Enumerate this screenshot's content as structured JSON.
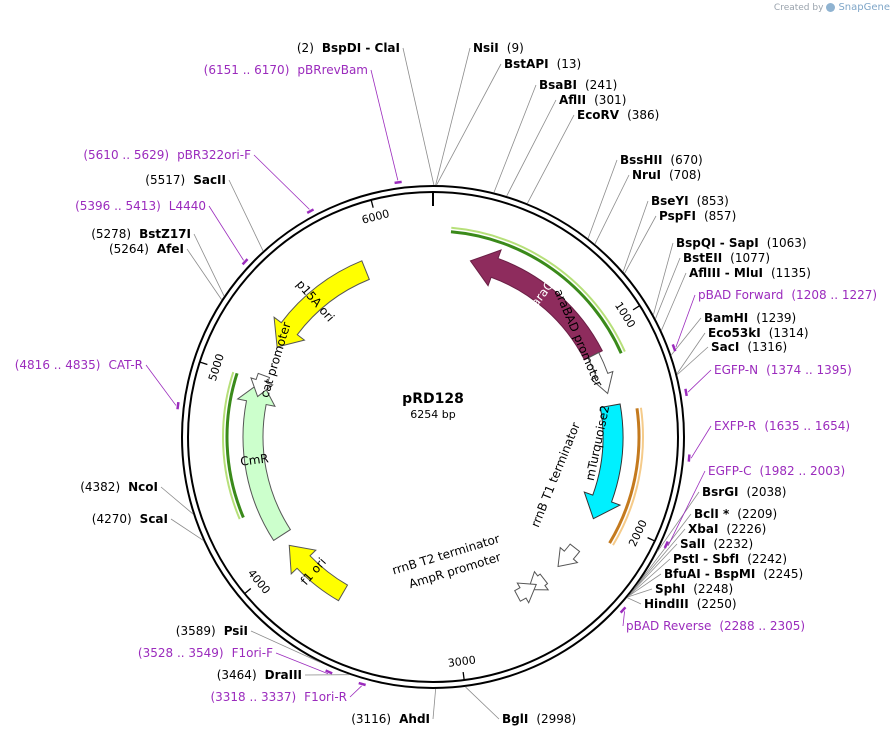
{
  "credit": {
    "prefix": "Created by",
    "brand": "SnapGene"
  },
  "plasmid": {
    "name": "pRD128",
    "size_label": "6254 bp",
    "length": 6254
  },
  "ticks": [
    "1000",
    "2000",
    "3000",
    "4000",
    "5000",
    "6000"
  ],
  "features": [
    {
      "name": "araC",
      "label": "araC",
      "color": "#8e2c5d",
      "edge": "#6a1f45",
      "strand": "rev",
      "label_inside": true,
      "text_color": "#ffffff"
    },
    {
      "name": "araBAD-promoter",
      "label": "araBAD promoter",
      "color": "#ffffff",
      "edge": "#555555",
      "strand": "fwd"
    },
    {
      "name": "mTurquoise2",
      "label": "mTurquoise2",
      "color": "#00f0ff",
      "edge": "#333333",
      "strand": "fwd"
    },
    {
      "name": "rrnB-T1-terminator",
      "label": "rrnB T1 terminator",
      "color": "#ffffff",
      "edge": "#555555",
      "strand": "fwd"
    },
    {
      "name": "rrnB-T2-terminator",
      "label": "rrnB T2 terminator",
      "color": "#ffffff",
      "edge": "#555555",
      "strand": "fwd"
    },
    {
      "name": "AmpR-promoter",
      "label": "AmpR promoter",
      "color": "#ffffff",
      "edge": "#555555",
      "strand": "rev"
    },
    {
      "name": "f1-ori",
      "label": "f1 ori",
      "color": "#ffff00",
      "edge": "#555555",
      "strand": "rev",
      "label_inside": true,
      "text_color": "#000000"
    },
    {
      "name": "CmR",
      "label": "CmR",
      "color": "#ccffcc",
      "edge": "#555555",
      "strand": "fwd",
      "label_inside": true,
      "text_color": "#000000"
    },
    {
      "name": "cat-promoter",
      "label": "cat promoter",
      "color": "#ffffff",
      "edge": "#555555",
      "strand": "rev"
    },
    {
      "name": "p15A-ori",
      "label": "p15A ori",
      "color": "#ffff00",
      "edge": "#555555",
      "strand": "rev",
      "label_inside": true,
      "text_color": "#000000"
    }
  ],
  "sites": [
    {
      "name": "BspDI - ClaI",
      "pos": "(2)",
      "side": "left"
    },
    {
      "name": "NsiI",
      "pos": "(9)",
      "side": "right"
    },
    {
      "name": "BstAPI",
      "pos": "(13)",
      "side": "right"
    },
    {
      "name": "BsaBI",
      "pos": "(241)",
      "side": "right"
    },
    {
      "name": "AflII",
      "pos": "(301)",
      "side": "right"
    },
    {
      "name": "EcoRV",
      "pos": "(386)",
      "side": "right"
    },
    {
      "name": "BssHII",
      "pos": "(670)",
      "side": "right"
    },
    {
      "name": "NruI",
      "pos": "(708)",
      "side": "right"
    },
    {
      "name": "BseYI",
      "pos": "(853)",
      "side": "right"
    },
    {
      "name": "PspFI",
      "pos": "(857)",
      "side": "right"
    },
    {
      "name": "BspQI - SapI",
      "pos": "(1063)",
      "side": "right"
    },
    {
      "name": "BstEII",
      "pos": "(1077)",
      "side": "right"
    },
    {
      "name": "AflIII - MluI",
      "pos": "(1135)",
      "side": "right"
    },
    {
      "name": "BamHI",
      "pos": "(1239)",
      "side": "right"
    },
    {
      "name": "Eco53kI",
      "pos": "(1314)",
      "side": "right"
    },
    {
      "name": "SacI",
      "pos": "(1316)",
      "side": "right"
    },
    {
      "name": "BsrGI",
      "pos": "(2038)",
      "side": "right"
    },
    {
      "name": "BclI *",
      "pos": "(2209)",
      "side": "right"
    },
    {
      "name": "XbaI",
      "pos": "(2226)",
      "side": "right"
    },
    {
      "name": "SalI",
      "pos": "(2232)",
      "side": "right"
    },
    {
      "name": "PstI - SbfI",
      "pos": "(2242)",
      "side": "right"
    },
    {
      "name": "BfuAI - BspMI",
      "pos": "(2245)",
      "side": "right"
    },
    {
      "name": "SphI",
      "pos": "(2248)",
      "side": "right"
    },
    {
      "name": "HindIII",
      "pos": "(2250)",
      "side": "right"
    },
    {
      "name": "BglI",
      "pos": "(2998)",
      "side": "right"
    },
    {
      "name": "AhdI",
      "pos": "(3116)",
      "side": "left"
    },
    {
      "name": "DraIII",
      "pos": "(3464)",
      "side": "left"
    },
    {
      "name": "PsiI",
      "pos": "(3589)",
      "side": "left"
    },
    {
      "name": "ScaI",
      "pos": "(4270)",
      "side": "left"
    },
    {
      "name": "NcoI",
      "pos": "(4382)",
      "side": "left"
    },
    {
      "name": "AfeI",
      "pos": "(5264)",
      "side": "left"
    },
    {
      "name": "BstZ17I",
      "pos": "(5278)",
      "side": "left"
    },
    {
      "name": "SacII",
      "pos": "(5517)",
      "side": "left"
    }
  ],
  "primers": [
    {
      "name": "pBRrevBam",
      "pos": "(6151 .. 6170)",
      "side": "left"
    },
    {
      "name": "pBR322ori-F",
      "pos": "(5610 .. 5629)",
      "side": "left"
    },
    {
      "name": "L4440",
      "pos": "(5396 .. 5413)",
      "side": "left"
    },
    {
      "name": "CAT-R",
      "pos": "(4816 .. 4835)",
      "side": "left"
    },
    {
      "name": "pBAD Forward",
      "pos": "(1208 .. 1227)",
      "side": "right"
    },
    {
      "name": "EGFP-N",
      "pos": "(1374 .. 1395)",
      "side": "right"
    },
    {
      "name": "EXFP-R",
      "pos": "(1635 .. 1654)",
      "side": "right"
    },
    {
      "name": "EGFP-C",
      "pos": "(1982 .. 2003)",
      "side": "right"
    },
    {
      "name": "pBAD Reverse",
      "pos": "(2288 .. 2305)",
      "side": "right"
    },
    {
      "name": "F1ori-F",
      "pos": "(3528 .. 3549)",
      "side": "left"
    },
    {
      "name": "F1ori-R",
      "pos": "(3318 .. 3337)",
      "side": "left"
    }
  ]
}
